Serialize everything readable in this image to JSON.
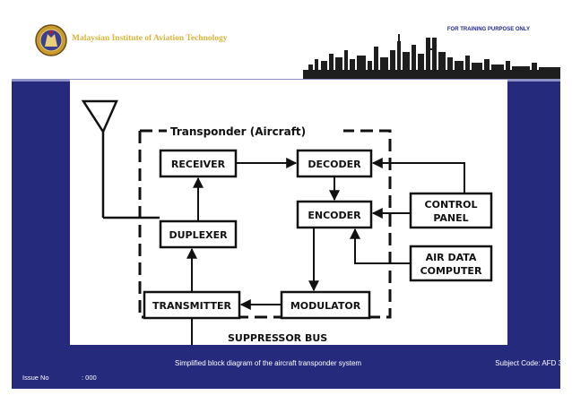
{
  "header": {
    "institute": "Malaysian Institute of Aviation Technology",
    "notice": "FOR TRAINING PURPOSE ONLY",
    "logo_icon": "crest-logo-icon",
    "skyline_icon": "city-skyline-icon"
  },
  "diagram": {
    "title": "Transponder (Aircraft)",
    "blocks": {
      "receiver": "RECEIVER",
      "decoder": "DECODER",
      "encoder": "ENCODER",
      "duplexer": "DUPLEXER",
      "transmitter": "TRANSMITTER",
      "modulator": "MODULATOR",
      "control_panel_1": "CONTROL",
      "control_panel_2": "PANEL",
      "air_data_1": "AIR DATA",
      "air_data_2": "COMPUTER"
    },
    "output": "SUPPRESSOR BUS",
    "antenna_icon": "antenna-icon"
  },
  "footer": {
    "caption": "Simplified block diagram of the aircraft transponder system",
    "subject": "Subject Code: AFD 3",
    "issue_label": "Issue No",
    "issue_value": ": 000"
  },
  "colors": {
    "background": "#262a7c",
    "gold": "#d9b43c",
    "notice": "#1f2a8a"
  }
}
